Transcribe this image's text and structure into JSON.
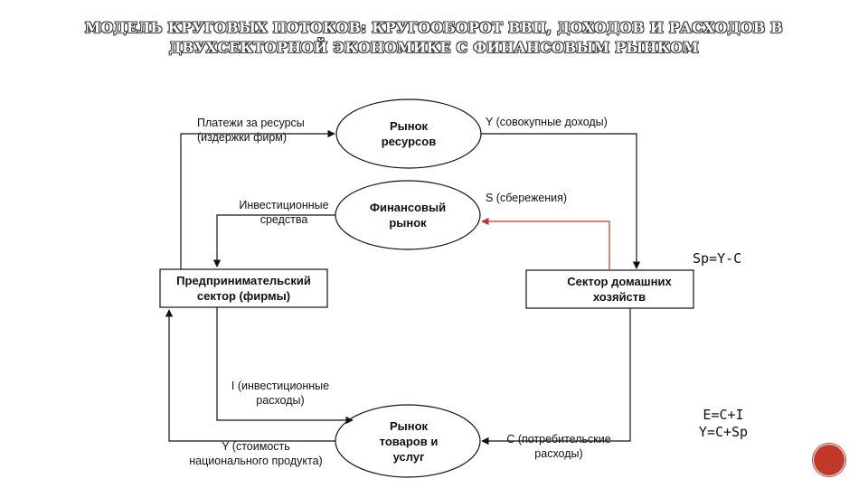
{
  "title": {
    "line1": "МОДЕЛЬ КРУГОВЫХ ПОТОКОВ: КРУГООБОРОТ ВВП, ДОХОДОВ И РАСХОДОВ В",
    "line2": "ДВУХСЕКТОРНОЙ ЭКОНОМИКЕ С ФИНАНСОВЫМ РЫНКОМ"
  },
  "nodes": {
    "resource_market": "Рынок ресурсов",
    "financial_market": "Финансовый рынок",
    "goods_market": "Рынок товаров и услуг",
    "business_sector": "Предпринимательский сектор (фирмы)",
    "household_sector": "Сектор домашних хозяйств"
  },
  "flows": {
    "resource_payments_1": "Платежи за ресурсы",
    "resource_payments_2": "(издержки фирм)",
    "income": "Y (совокупные доходы)",
    "investment_funds_1": "Инвестиционные",
    "investment_funds_2": "средства",
    "savings": "S (сбережения)",
    "investment_spending_1": "I (инвестиционные",
    "investment_spending_2": "расходы)",
    "national_product_1": "Y (стоимость",
    "national_product_2": "национального продукта)",
    "consumption_1": "C (потребительские",
    "consumption_2": "расходы)"
  },
  "equations": {
    "savings_eq": "Sp=Y-C",
    "eq1": "E=C+I",
    "eq2": "Y=C+Sp"
  },
  "colors": {
    "line": "#111111",
    "savings_arrow": "#c0392b",
    "badge": "#c0392b"
  }
}
